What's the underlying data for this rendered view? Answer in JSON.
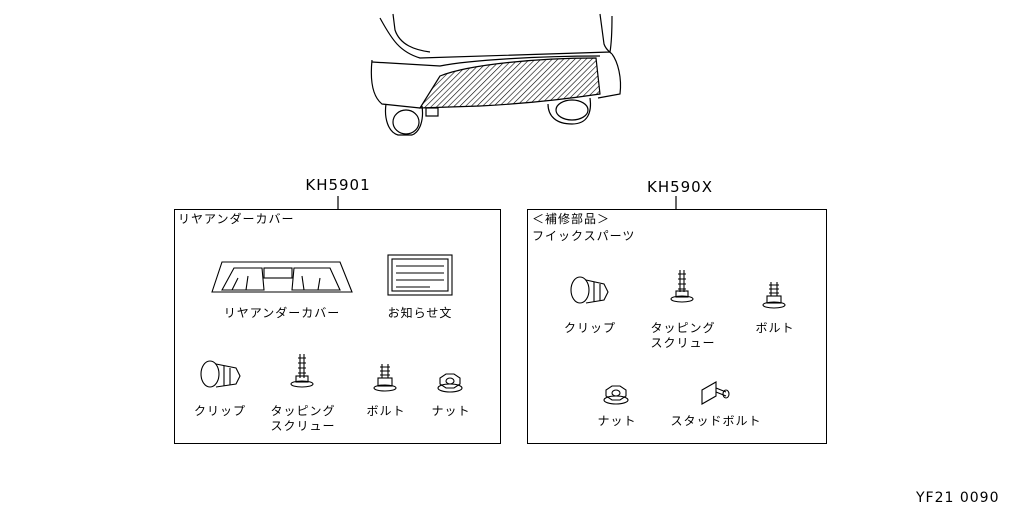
{
  "diagram_id": "YF21  0090",
  "left_kit": {
    "code": "KH5901",
    "heading": "リヤアンダーカバー",
    "items": {
      "cover": "リヤアンダーカバー",
      "notice": "お知らせ文",
      "clip": "クリップ",
      "tapping_screw": [
        "タッピング",
        "スクリュー"
      ],
      "bolt": "ボルト",
      "nut": "ナット"
    }
  },
  "right_kit": {
    "code": "KH590X",
    "heading_1": "＜補修部品＞",
    "heading_2": "フイックスパーツ",
    "items": {
      "clip": "クリップ",
      "tapping_screw": [
        "タッピング",
        "スクリュー"
      ],
      "bolt": "ボルト",
      "nut": "ナット",
      "stud_bolt": "スタッドボルト"
    }
  }
}
